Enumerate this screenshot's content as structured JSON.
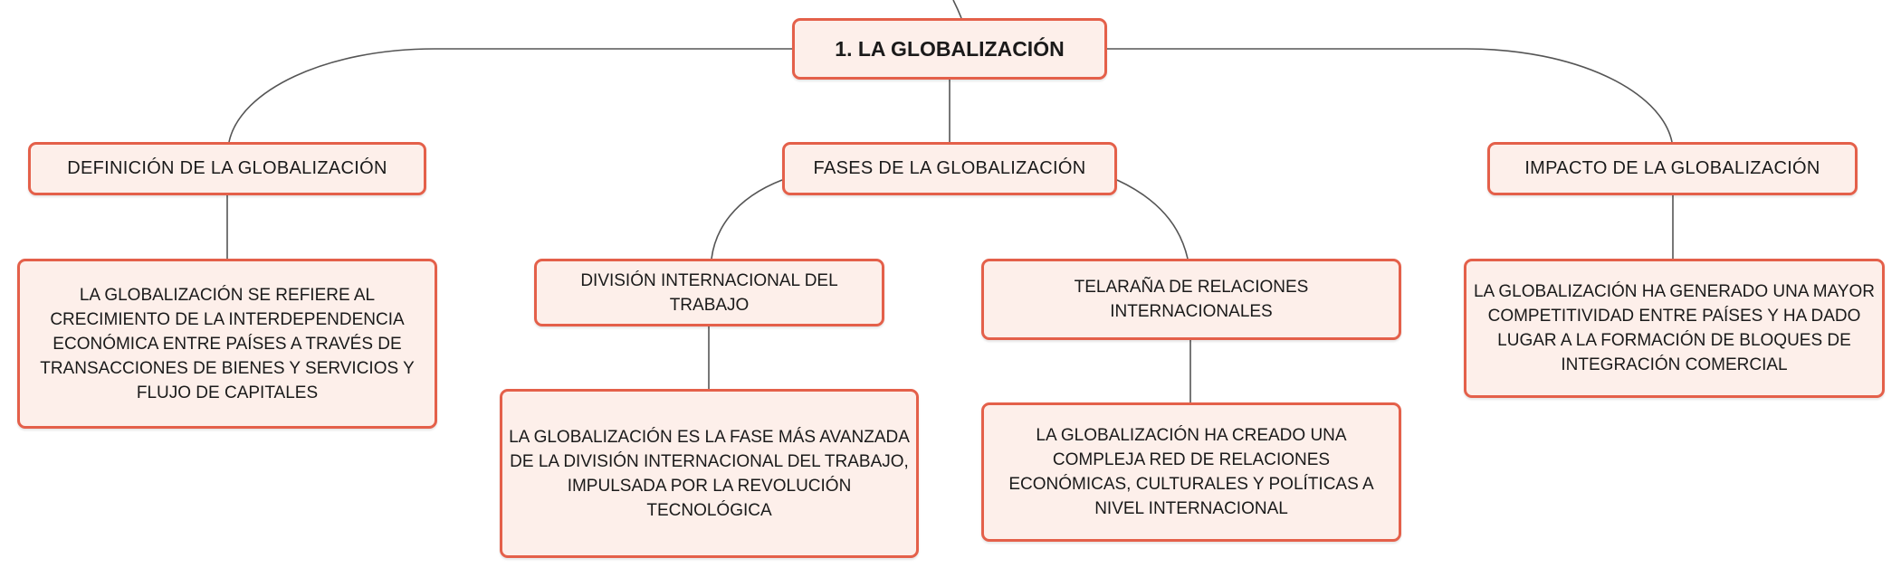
{
  "root": {
    "label": "1. LA GLOBALIZACIÓN"
  },
  "branches": {
    "definicion": {
      "label": "DEFINICIÓN DE LA GLOBALIZACIÓN",
      "detail": "LA GLOBALIZACIÓN SE REFIERE AL CRECIMIENTO DE LA INTERDEPENDENCIA ECONÓMICA ENTRE PAÍSES A TRAVÉS DE TRANSACCIONES DE BIENES Y SERVICIOS Y FLUJO DE CAPITALES"
    },
    "fases": {
      "label": "FASES DE LA GLOBALIZACIÓN",
      "division": {
        "label": "DIVISIÓN INTERNACIONAL DEL TRABAJO",
        "detail": "LA GLOBALIZACIÓN ES LA FASE MÁS AVANZADA DE LA DIVISIÓN INTERNACIONAL DEL TRABAJO, IMPULSADA POR LA REVOLUCIÓN TECNOLÓGICA"
      },
      "telarana": {
        "label": "TELARAÑA DE RELACIONES INTERNACIONALES",
        "detail": "LA GLOBALIZACIÓN HA CREADO UNA COMPLEJA RED DE RELACIONES ECONÓMICAS, CULTURALES Y POLÍTICAS A NIVEL INTERNACIONAL"
      }
    },
    "impacto": {
      "label": "IMPACTO DE LA GLOBALIZACIÓN",
      "detail": "LA GLOBALIZACIÓN HA GENERADO UNA MAYOR COMPETITIVIDAD ENTRE PAÍSES Y HA DADO LUGAR A LA FORMACIÓN DE BLOQUES DE INTEGRACIÓN COMERCIAL"
    }
  }
}
